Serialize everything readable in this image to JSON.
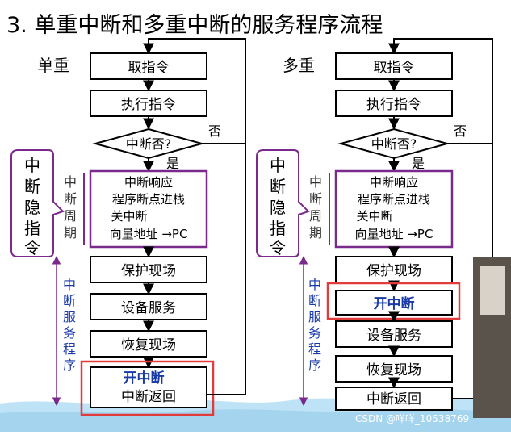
{
  "title": "3. 单重中断和多重中断的服务程序流程",
  "colors": {
    "box_border": "#000000",
    "purple": "#7a2a8a",
    "blue": "#1a3aa8",
    "red": "#e23b3b",
    "wave": "#bfe3f6"
  },
  "left": {
    "label": "单重",
    "steps": {
      "fetch": "取指令",
      "execute": "执行指令",
      "decision": "中断否?",
      "no": "否",
      "yes": "是",
      "cycle_lines": [
        "中断响应",
        "程序断点进栈",
        "关中断",
        "向量地址 →PC"
      ],
      "save": "保护现场",
      "service": "设备服务",
      "restore": "恢复现场",
      "open": "开中断",
      "return": "中断返回"
    },
    "hidden_label": "中断隐指令",
    "cycle_label": "中断周期",
    "program_label": "中断服务程序"
  },
  "right": {
    "label": "多重",
    "steps": {
      "fetch": "取指令",
      "execute": "执行指令",
      "decision": "中断否?",
      "no": "否",
      "yes": "是",
      "cycle_lines": [
        "中断响应",
        "程序断点进栈",
        "关中断",
        "向量地址 →PC"
      ],
      "save": "保护现场",
      "open": "开中断",
      "service": "设备服务",
      "restore": "恢复现场",
      "return": "中断返回"
    },
    "hidden_label": "中断隐指令",
    "cycle_label": "中断周期",
    "program_label": "中断服务程序"
  },
  "watermark": "CSDN @咩咩_10538769"
}
